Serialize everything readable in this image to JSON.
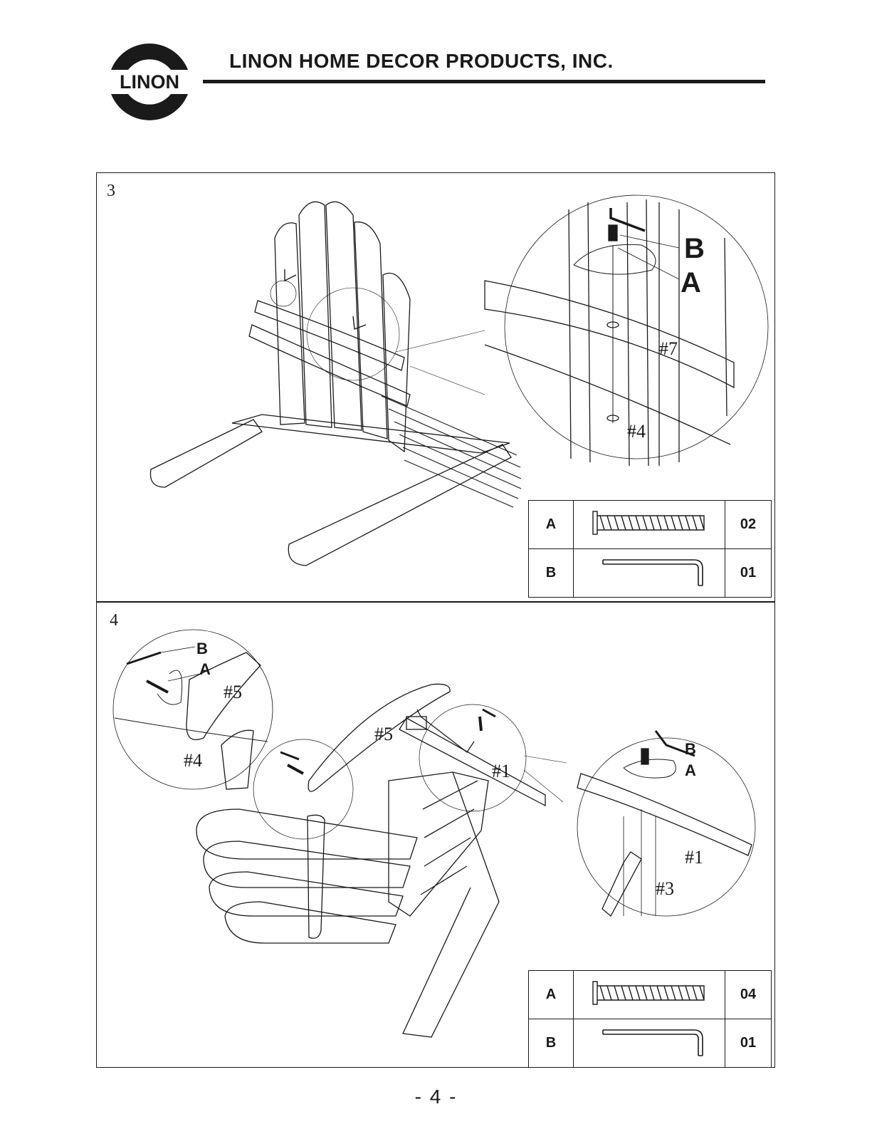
{
  "header": {
    "logo_text": "LINON",
    "company": "LINON HOME DECOR PRODUCTS, INC."
  },
  "steps": [
    {
      "number": "3",
      "callouts": {
        "b": "B",
        "a": "A",
        "part_top": "#7",
        "part_bottom": "#4"
      },
      "parts": [
        {
          "letter": "A",
          "icon": "screw-icon",
          "qty": "02"
        },
        {
          "letter": "B",
          "icon": "allen-key-icon",
          "qty": "01"
        }
      ]
    },
    {
      "number": "4",
      "callouts": {
        "left_b": "B",
        "left_a": "A",
        "left_p5": "#5",
        "left_p4": "#4",
        "main_p5": "#5",
        "main_p1": "#1",
        "right_b": "B",
        "right_a": "A",
        "right_p1": "#1",
        "right_p3": "#3"
      },
      "parts": [
        {
          "letter": "A",
          "icon": "screw-icon",
          "qty": "04"
        },
        {
          "letter": "B",
          "icon": "allen-key-icon",
          "qty": "01"
        }
      ]
    }
  ],
  "footer": {
    "page": "- 4 -"
  }
}
